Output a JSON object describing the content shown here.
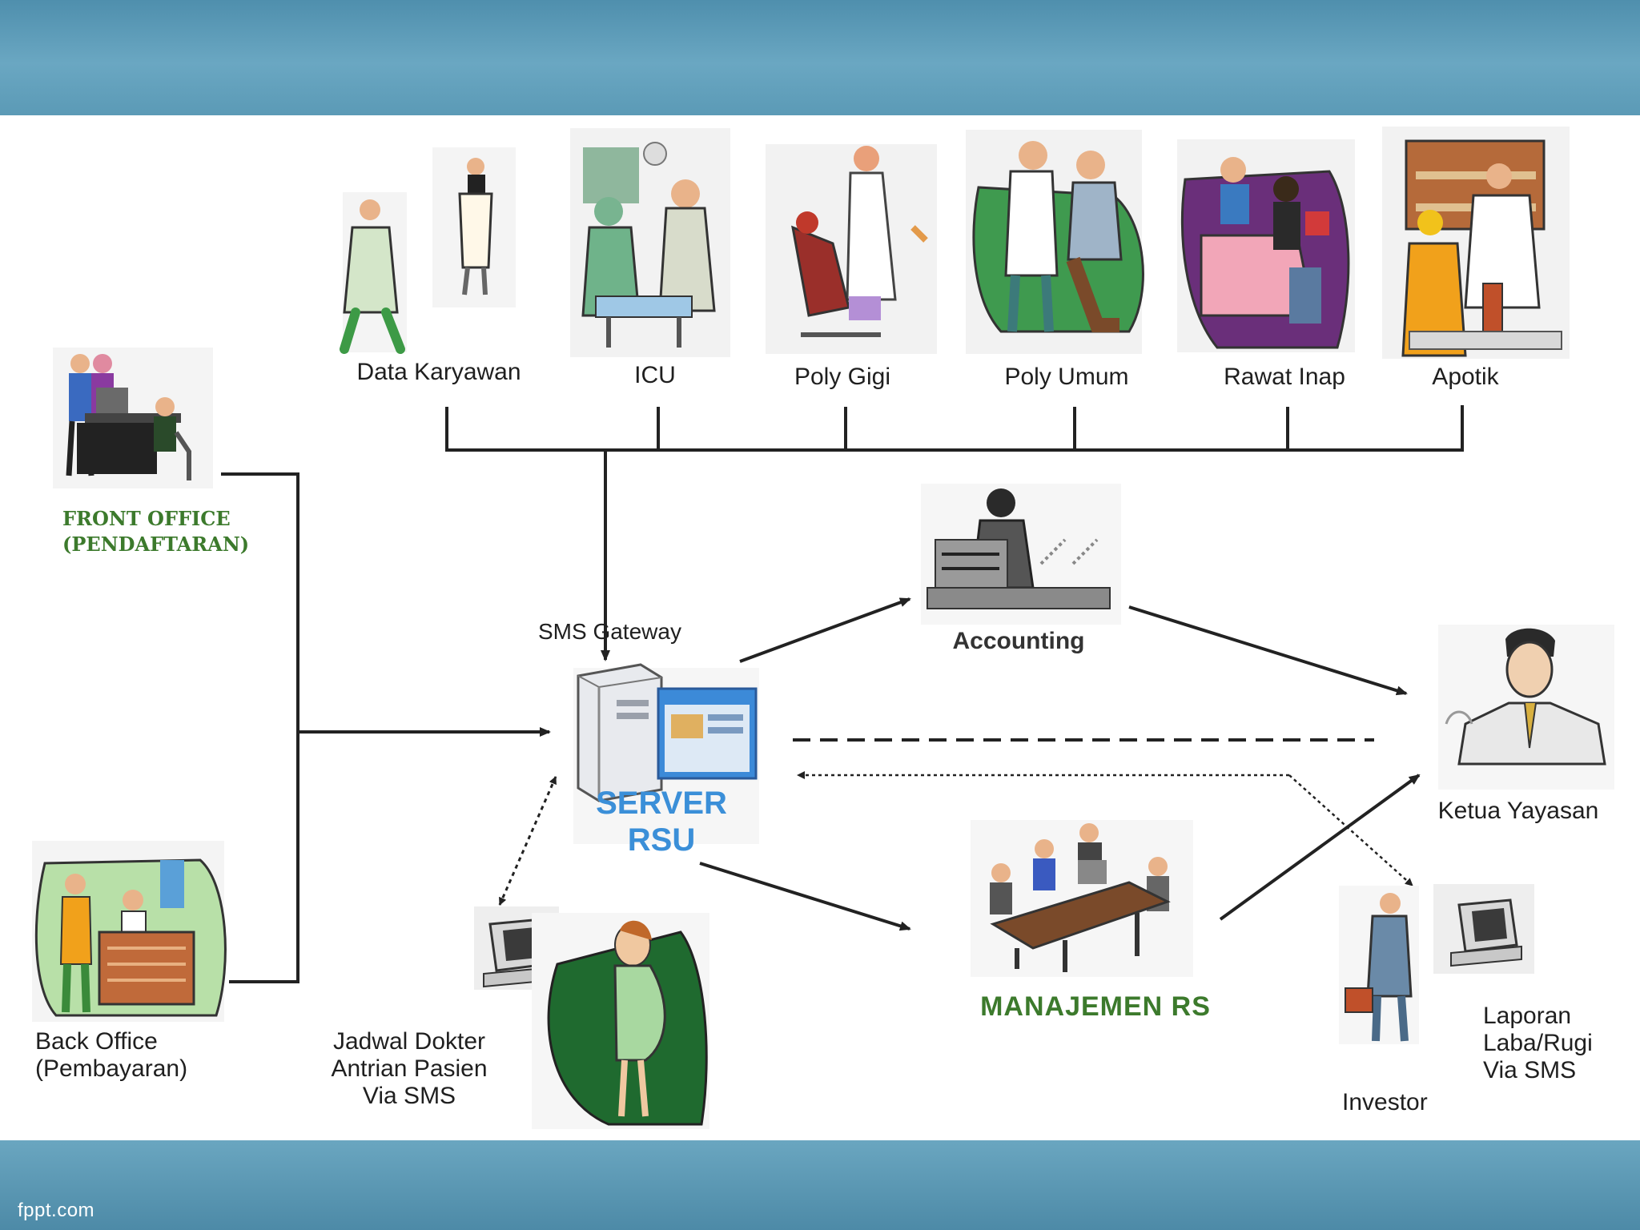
{
  "footer": {
    "brand": "fppt.com"
  },
  "departments": [
    {
      "id": "data-karyawan",
      "label": "Data Karyawan"
    },
    {
      "id": "icu",
      "label": "ICU"
    },
    {
      "id": "poly-gigi",
      "label": "Poly Gigi"
    },
    {
      "id": "poly-umum",
      "label": "Poly Umum"
    },
    {
      "id": "rawat-inap",
      "label": "Rawat Inap"
    },
    {
      "id": "apotik",
      "label": "Apotik"
    }
  ],
  "front_office": {
    "line1": "FRONT OFFICE",
    "line2": "(PENDAFTARAN)"
  },
  "back_office": {
    "line1": "Back Office",
    "line2": "(Pembayaran)"
  },
  "sms_gateway": "SMS Gateway",
  "server": {
    "line1": "SERVER",
    "line2": "RSU"
  },
  "accounting": "Accounting",
  "ketua": "Ketua Yayasan",
  "manajemen": "MANAJEMEN RS",
  "jadwal": {
    "line1": "Jadwal Dokter",
    "line2": "Antrian Pasien",
    "line3": "Via SMS"
  },
  "investor": "Investor",
  "laporan": {
    "line1": "Laporan",
    "line2": "Laba/Rugi",
    "line3": "Via SMS"
  },
  "colors": {
    "band": "#5b9ab6",
    "server_text": "#3b8fd8",
    "green_text": "#3c7a2c",
    "line": "#222222"
  },
  "icons": [
    "staff-figures-icon",
    "surgeons-icon",
    "dentist-icon",
    "doctor-patient-icon",
    "hospital-bed-icon",
    "pharmacist-icon",
    "front-office-desk-icon",
    "cashier-desk-icon",
    "server-computer-icon",
    "accountant-icon",
    "executive-man-icon",
    "meeting-table-icon",
    "computer-terminal-icon",
    "pregnant-woman-icon",
    "businessman-icon"
  ]
}
